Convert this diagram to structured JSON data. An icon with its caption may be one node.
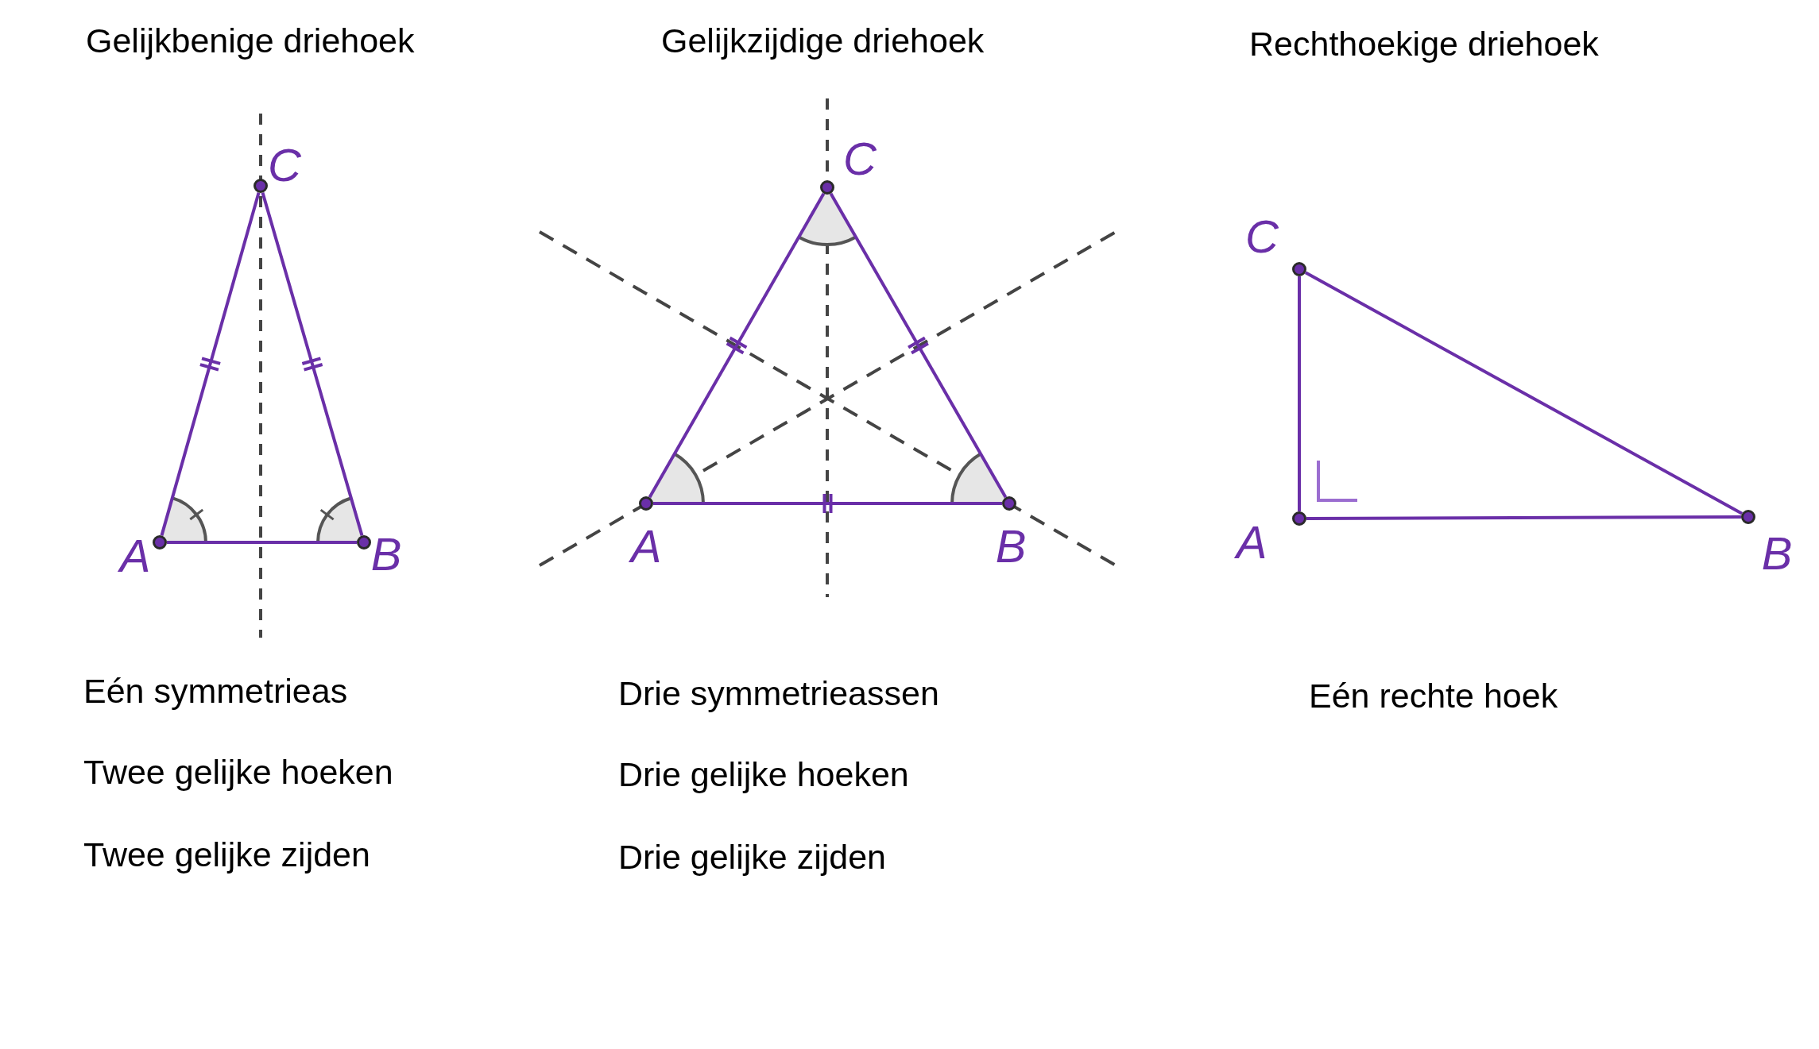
{
  "diagram": {
    "nodes": [
      {
        "text": [],
        "shape": "circle",
        "beside": [
          "C"
        ]
      },
      {
        "text": [],
        "shape": "circle",
        "beside": [
          "A"
        ]
      },
      {
        "text": [],
        "shape": "circle",
        "beside": [
          "B"
        ]
      },
      {
        "text": [],
        "shape": "circle",
        "beside": [
          "C"
        ]
      },
      {
        "text": [],
        "shape": "circle",
        "beside": [
          "A"
        ]
      },
      {
        "text": [],
        "shape": "circle",
        "beside": [
          "B"
        ]
      },
      {
        "text": [],
        "shape": "circle",
        "beside": [
          "C"
        ]
      },
      {
        "text": [],
        "shape": "circle",
        "beside": [
          "A"
        ]
      },
      {
        "text": [],
        "shape": "circle",
        "beside": [
          "B"
        ]
      }
    ],
    "edges": [
      {
        "from": 0,
        "to": 1,
        "arrow": "none"
      },
      {
        "from": 1,
        "to": 2,
        "arrow": "none"
      },
      {
        "from": 2,
        "to": 0,
        "arrow": "none"
      },
      {
        "from": 3,
        "to": 4,
        "arrow": "none"
      },
      {
        "from": 4,
        "to": 5,
        "arrow": "none"
      },
      {
        "from": 5,
        "to": 3,
        "arrow": "none"
      },
      {
        "from": 6,
        "to": 7,
        "arrow": "none"
      },
      {
        "from": 7,
        "to": 8,
        "arrow": "none"
      },
      {
        "from": 8,
        "to": 6,
        "arrow": "none"
      }
    ],
    "labels": [
      "Gelijkbenige driehoek",
      "Gelijkzijdige driehoek",
      "Rechthoekige driehoek",
      "Eén symmetrieas",
      "Drie symmetrieassen",
      "Eén rechte hoek",
      "Twee gelijke hoeken",
      "Drie gelijke hoeken",
      "Twee gelijke zijden",
      "Drie gelijke zijden"
    ]
  }
}
